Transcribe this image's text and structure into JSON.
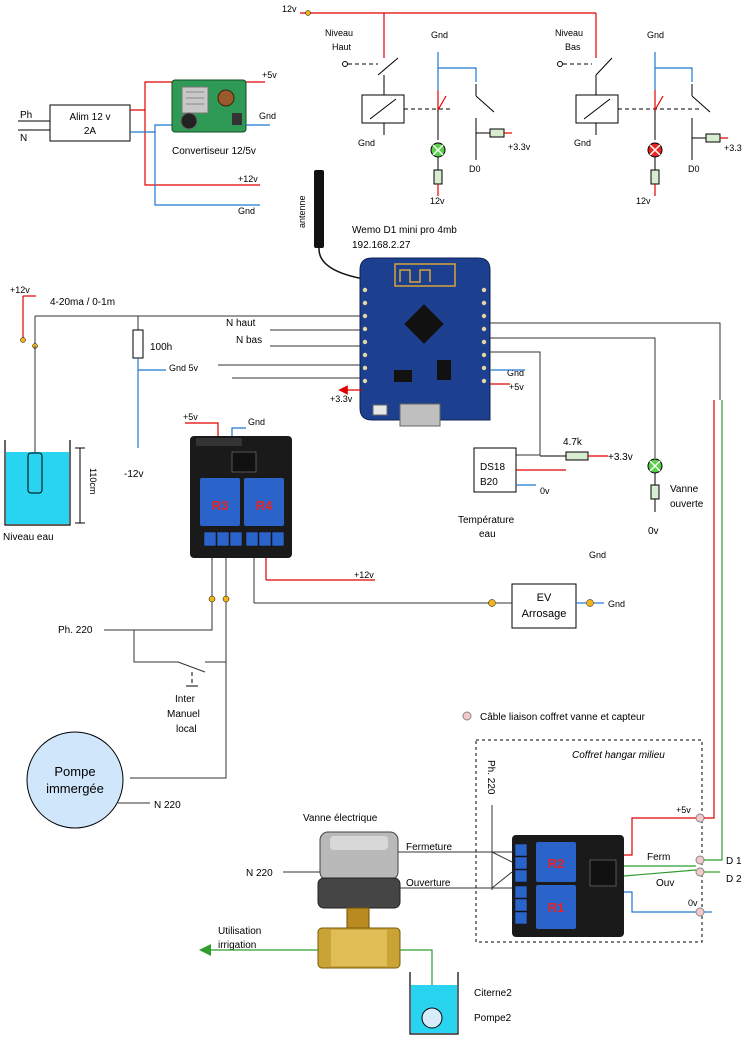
{
  "colors": {
    "power_wire": "#e00000",
    "ground_wire": "#1f77d0",
    "signal_wire": "#000000",
    "data_wire": "#2f9e2f",
    "board_blue": "#1d3f8f",
    "relay_module": "#1a1a1a",
    "relay_blue": "#2a63c9",
    "connector_gold": "#f2b31b",
    "lamp_green": "#57d048",
    "lamp_red": "#e82424",
    "tank_water": "#29d4f0",
    "pump_fill": "#cfe6fb",
    "terminal_pink": "#f5c9c9"
  },
  "top": {
    "v12_top": "12v",
    "niveau_haut": [
      "Niveau",
      "Haut"
    ],
    "niveau_bas": [
      "Niveau",
      "Bas"
    ],
    "gnd": "Gnd",
    "v33": "+3.3v",
    "v33_cut": "+3.3",
    "d0": "D0",
    "v12": "12v"
  },
  "power": {
    "ph": "Ph",
    "n": "N",
    "alim": [
      "Alim 12 v",
      "2A"
    ],
    "plus5v": "+5v",
    "gnd": "Gnd",
    "converter": "Convertiseur 12/5v",
    "plus12v": "+12v"
  },
  "wemos": {
    "antenna": "antenne",
    "title": "Wemo D1 mini pro 4mb",
    "ip": "192.168.2.27",
    "n_haut": "N haut",
    "n_bas": "N bas",
    "gnd": "Gnd",
    "plus5v": "+5v",
    "plus33v": "+3.3v"
  },
  "level": {
    "plus12v": "+12v",
    "signal": "4-20ma / 0-1m",
    "resistor": "100h",
    "gnd5v": "Gnd 5v",
    "minus12v": "-12v",
    "height": "110cm",
    "tank": "Niveau eau"
  },
  "relay_board": {
    "plus5v": "+5v",
    "gnd": "Gnd",
    "r3": "R3",
    "r4": "R4",
    "plus12v": "+12v"
  },
  "temperature": {
    "resistor": "4.7k",
    "plus33v": "+3.3v",
    "sensor": [
      "DS18",
      "B20"
    ],
    "zero_v": "0v",
    "label": [
      "Température",
      "eau"
    ],
    "lamp": [
      "Vanne",
      "ouverte"
    ],
    "lamp_zero_v": "0v",
    "gnd": "Gnd"
  },
  "pump": {
    "ev": [
      "EV",
      "Arrosage"
    ],
    "gnd": "Gnd",
    "ph220": "Ph. 220",
    "inter": [
      "Inter",
      "Manuel",
      "local"
    ],
    "pompe": [
      "Pompe",
      "immergée"
    ],
    "n220": "N 220"
  },
  "coffret": {
    "cable": "Câble liaison coffret vanne et capteur",
    "title": "Coffret hangar milieu",
    "ph220": "Ph. 220",
    "plus5v": "+5v",
    "ferm": "Ferm",
    "ouv": "Ouv",
    "zero_v": "0v",
    "d1": "D 1",
    "d2": "D 2",
    "r1": "R1",
    "r2": "R2"
  },
  "valve": {
    "title": "Vanne électrique",
    "fermeture": "Fermeture",
    "ouverture": "Ouverture",
    "n220": "N 220",
    "utilisation": [
      "Utilisation",
      "irrigation"
    ],
    "citerne": "Citerne2",
    "pompe2": "Pompe2"
  }
}
